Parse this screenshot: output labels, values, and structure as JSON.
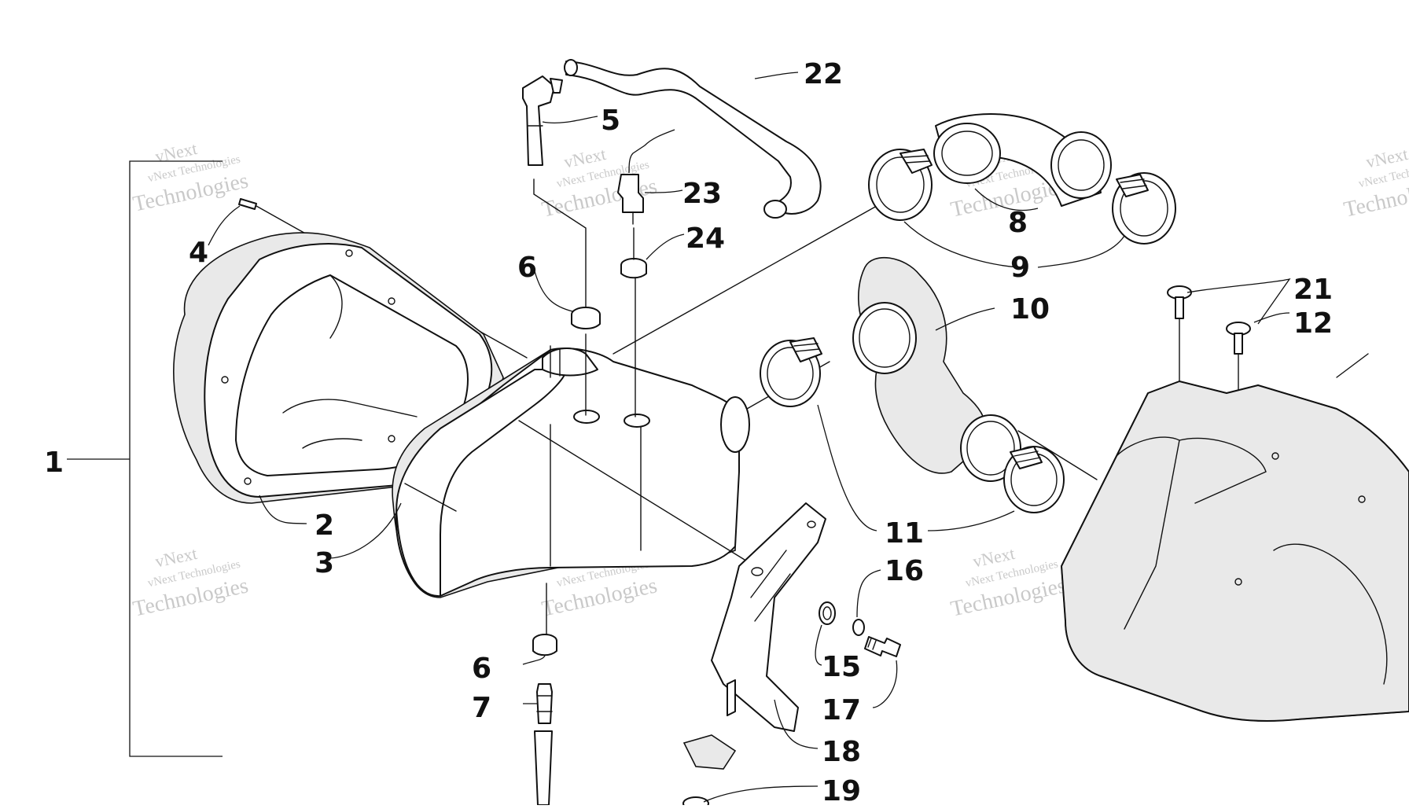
{
  "diagram": {
    "callouts": [
      {
        "id": "1",
        "label": "1"
      },
      {
        "id": "2",
        "label": "2"
      },
      {
        "id": "3",
        "label": "3"
      },
      {
        "id": "4",
        "label": "4"
      },
      {
        "id": "5",
        "label": "5"
      },
      {
        "id": "6a",
        "label": "6"
      },
      {
        "id": "6b",
        "label": "6"
      },
      {
        "id": "7",
        "label": "7"
      },
      {
        "id": "8",
        "label": "8"
      },
      {
        "id": "9",
        "label": "9"
      },
      {
        "id": "10",
        "label": "10"
      },
      {
        "id": "11",
        "label": "11"
      },
      {
        "id": "12",
        "label": "12"
      },
      {
        "id": "15",
        "label": "15"
      },
      {
        "id": "16",
        "label": "16"
      },
      {
        "id": "17",
        "label": "17"
      },
      {
        "id": "18",
        "label": "18"
      },
      {
        "id": "19",
        "label": "19"
      },
      {
        "id": "21",
        "label": "21"
      },
      {
        "id": "22",
        "label": "22"
      },
      {
        "id": "23",
        "label": "23"
      },
      {
        "id": "24",
        "label": "24"
      }
    ],
    "watermark": {
      "line1": "vNext",
      "line2": "vNext Technologies",
      "line3": "Technologies"
    }
  }
}
